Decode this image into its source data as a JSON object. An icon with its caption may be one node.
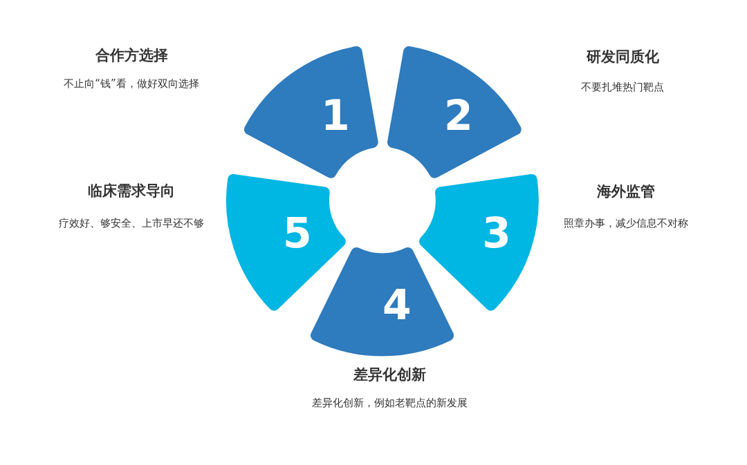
{
  "diagram": {
    "nodes": [
      {
        "text": [
          "1"
        ],
        "beside": [
          "合作方选择",
          "不止向“钱”看，做好双向选择"
        ]
      },
      {
        "text": [
          "2"
        ],
        "beside": [
          "研发同质化",
          "不要扎堆热门靶点"
        ]
      },
      {
        "text": [
          "3"
        ],
        "beside": [
          "海外监管",
          "照章办事，减少信息不对称"
        ]
      },
      {
        "text": [
          "4"
        ],
        "beside": [
          "差异化创新",
          "差异化创新，例如老靶点的新发展"
        ]
      },
      {
        "text": [
          "5"
        ],
        "beside": [
          "临床需求导向",
          "疗效好、够安全、上市早还不够"
        ]
      }
    ]
  }
}
